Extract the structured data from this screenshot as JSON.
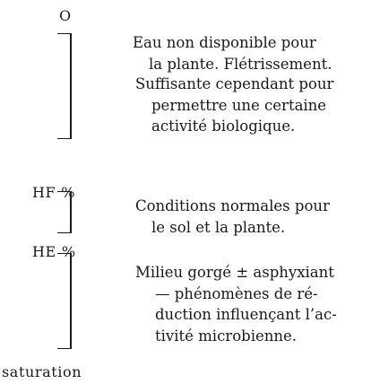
{
  "scale": {
    "top_label": "O",
    "hf_label": "HF",
    "he_label": "HE",
    "percent_sign": "%",
    "bottom_label": "saturation"
  },
  "zones": {
    "zone1": {
      "line1": "Eau non disponible pour",
      "line2": "la plante. Flétrissement."
    },
    "zone1b": {
      "line1": "Suffisante cependant pour",
      "line2": "permettre une certaine",
      "line3": "activité biologique."
    },
    "zone2": {
      "line1": "Conditions normales pour",
      "line2": "le sol et la plante."
    },
    "zone3": {
      "line1": "Milieu gorgé ± asphyxiant",
      "line2": "— phénomènes de ré-",
      "line3": "duction influençant l’ac-",
      "line4": "tivité microbienne."
    }
  }
}
